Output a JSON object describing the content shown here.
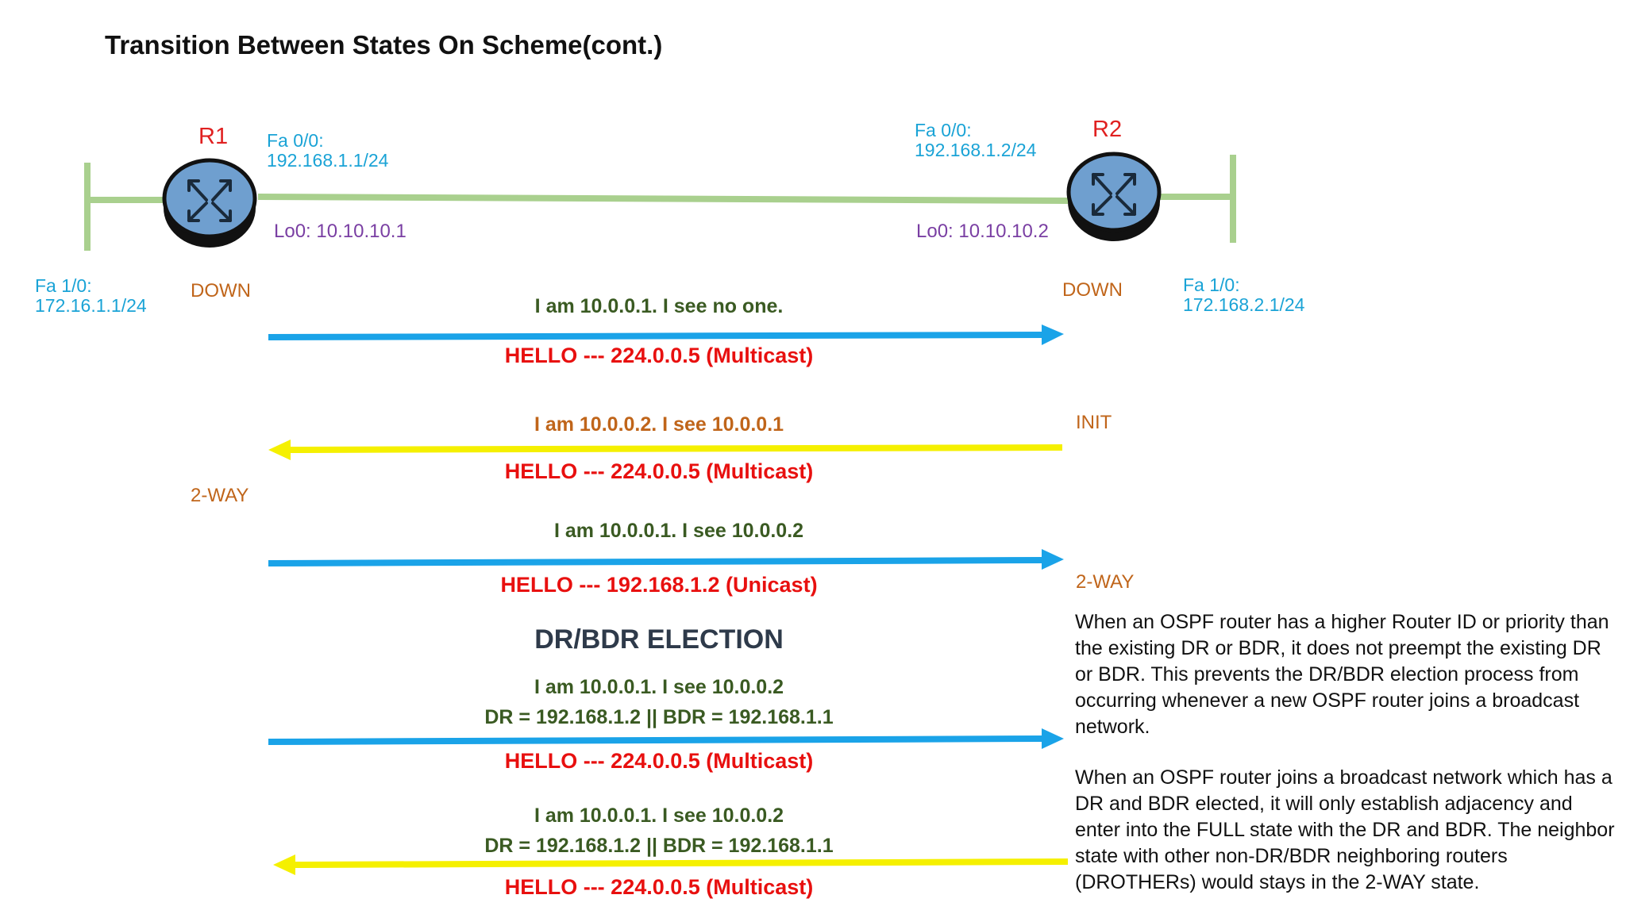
{
  "title": "Transition Between States On Scheme(cont.)",
  "colors": {
    "router_name": "#e02020",
    "interface": "#1aa3d6",
    "loopback": "#7a3fa3",
    "state": "#c0651a",
    "msg_green": "#3a5a22",
    "msg_orange": "#c0651a",
    "hello_red": "#e8100f",
    "election": "#2e3a4a",
    "link": "#a9d08e",
    "arrow_blue": "#1aa3e8",
    "arrow_yellow": "#f5f000",
    "router_body": "#6f9fcf"
  },
  "r1": {
    "name": "R1",
    "fa00": [
      "Fa 0/0:",
      "192.168.1.1/24"
    ],
    "fa10": [
      "Fa 1/0:",
      "172.16.1.1/24"
    ],
    "lo0": "Lo0: 10.10.10.1",
    "states": {
      "down": "DOWN",
      "twoway": "2-WAY"
    }
  },
  "r2": {
    "name": "R2",
    "fa00": [
      "Fa 0/0:",
      "192.168.1.2/24"
    ],
    "fa10": [
      "Fa 1/0:",
      "172.168.2.1/24"
    ],
    "lo0": "Lo0: 10.10.10.2",
    "states": {
      "down": "DOWN",
      "init": "INIT",
      "twoway": "2-WAY"
    }
  },
  "messages": [
    {
      "lines": [
        "I am 10.0.0.1. I see no one."
      ],
      "hello": "HELLO --- 224.0.0.5 (Multicast)",
      "direction": "right",
      "arrow": "blue",
      "text_color": "green"
    },
    {
      "lines": [
        "I am 10.0.0.2. I see 10.0.0.1"
      ],
      "hello": "HELLO --- 224.0.0.5 (Multicast)",
      "direction": "left",
      "arrow": "yellow",
      "text_color": "orange"
    },
    {
      "lines": [
        "I am 10.0.0.1. I see 10.0.0.2"
      ],
      "hello": "HELLO --- 192.168.1.2 (Unicast)",
      "direction": "right",
      "arrow": "blue",
      "text_color": "green"
    },
    {
      "lines": [
        "I am 10.0.0.1. I see 10.0.0.2",
        "DR = 192.168.1.2 || BDR = 192.168.1.1"
      ],
      "hello": "HELLO --- 224.0.0.5 (Multicast)",
      "direction": "right",
      "arrow": "blue",
      "text_color": "green"
    },
    {
      "lines": [
        "I am 10.0.0.1. I see 10.0.0.2",
        "DR = 192.168.1.2 || BDR = 192.168.1.1"
      ],
      "hello": "HELLO --- 224.0.0.5 (Multicast)",
      "direction": "left",
      "arrow": "yellow",
      "text_color": "green"
    }
  ],
  "election_label": "DR/BDR ELECTION",
  "notes": [
    "When an OSPF router has a higher Router ID or priority than the existing DR or BDR, it does not preempt the existing DR or BDR. This prevents the DR/BDR election process from occurring whenever a new OSPF router joins a broadcast network.",
    "When an OSPF router joins a broadcast network which has a DR and BDR elected, it will only establish adjacency and enter into the FULL state with the DR and BDR. The neighbor state with other non-DR/BDR neighboring routers (DROTHERs) would stays in the 2-WAY state."
  ]
}
